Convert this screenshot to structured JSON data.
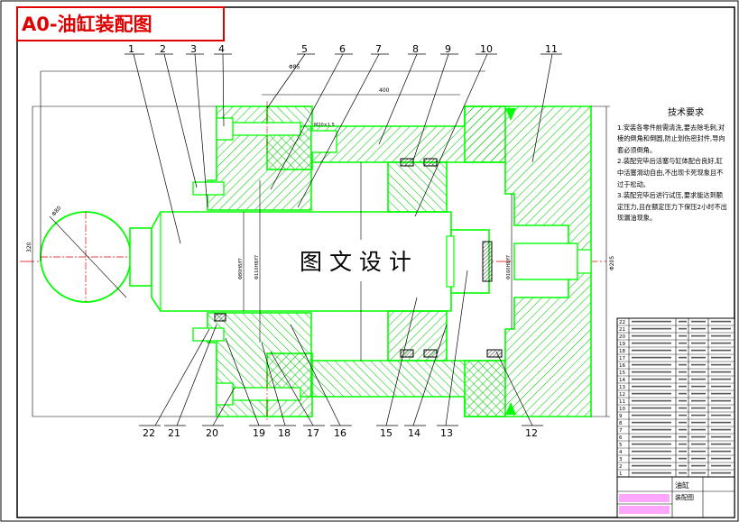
{
  "title": "A0-油缸装配图",
  "watermark": "图 文 设 计",
  "part_numbers_top": [
    "1",
    "2",
    "3",
    "4",
    "5",
    "6",
    "7",
    "8",
    "9",
    "10",
    "11"
  ],
  "part_numbers_bottom": [
    "22",
    "21",
    "20",
    "19",
    "18",
    "17",
    "16",
    "15",
    "14",
    "13",
    "12"
  ],
  "dimensions": {
    "d1": "Φ85",
    "d2": "400",
    "d3": "Φ80",
    "d4": "Φ80H8/f7",
    "d5": "Φ110H8/f7",
    "d6": "Φ160H8/f7",
    "d7": "Φ205",
    "d8": "320",
    "d9": "M20×1.5"
  },
  "tech_requirements": {
    "heading": "技术要求",
    "items": [
      "1.安装各零件前需清洗,要去除毛刺,对棱的倒角和倒圆,防止划伤密封件,导向套必须倒角。",
      "2.装配完毕后活塞与缸体配合良好,缸中活塞滑动自由,不出现卡死现象且不过于松动。",
      "3.装配完毕后进行试压,要求能达到额定压力,且在额定压力下保压2小时不出现漏油现象。"
    ]
  },
  "parts_list_numbers": [
    "22",
    "21",
    "20",
    "19",
    "18",
    "17",
    "16",
    "15",
    "14",
    "13",
    "12",
    "11",
    "10",
    "9",
    "8",
    "7",
    "6",
    "5",
    "4",
    "3",
    "2",
    "1"
  ],
  "title_block": {
    "name": "油缸",
    "subtitle": "装配图"
  },
  "colors": {
    "outline": "#00ff00",
    "hatch": "#00ff00",
    "red": "#e00000",
    "black": "#000000",
    "frame": "#000000",
    "hilite": "#ff00ff"
  }
}
